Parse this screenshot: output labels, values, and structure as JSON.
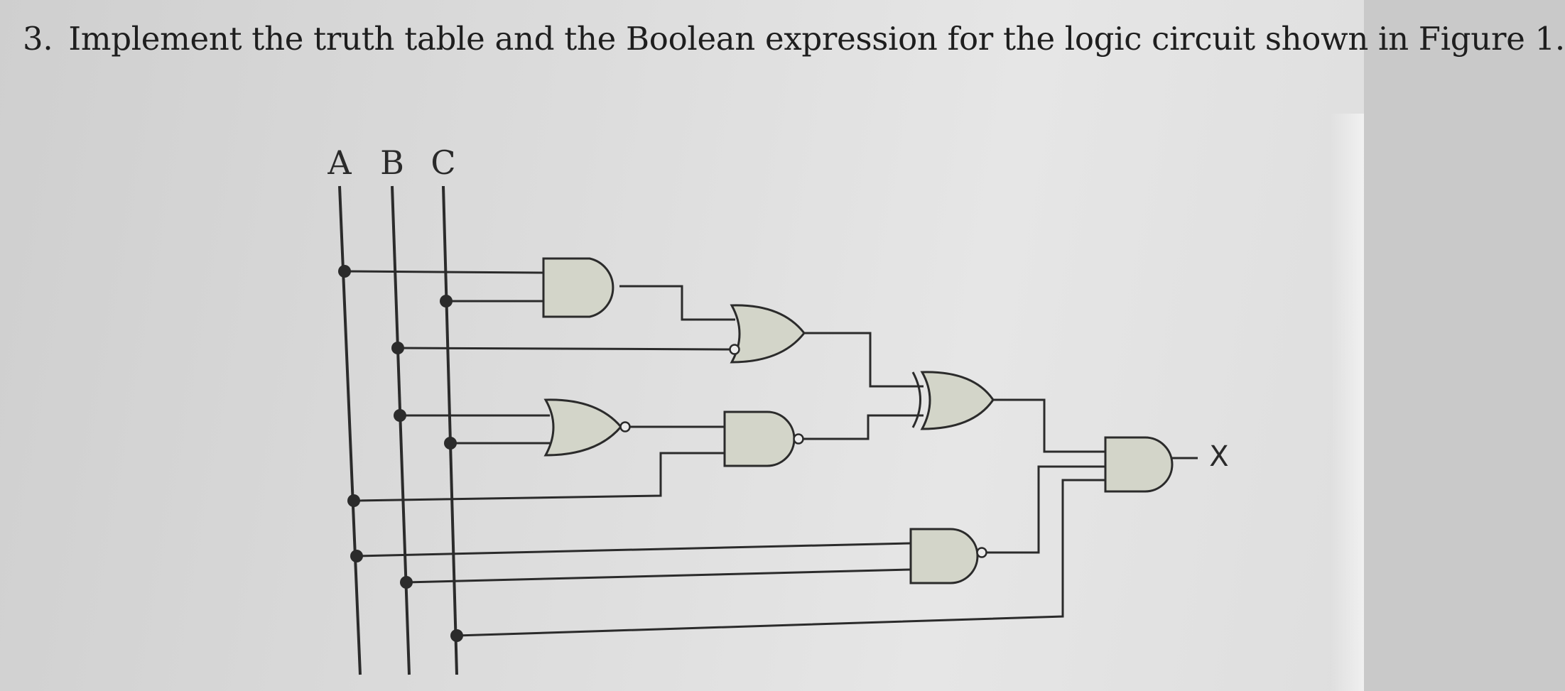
{
  "question": {
    "number": "3.",
    "text": "Implement the truth table and the Boolean expression for the logic circuit shown in Figure 1."
  },
  "diagram": {
    "inputs": [
      "A",
      "B",
      "C"
    ],
    "output": "X"
  },
  "colors": {
    "gate_fill": "#d3d5c9",
    "wire": "#2b2b2b",
    "text": "#1e1e1e"
  }
}
